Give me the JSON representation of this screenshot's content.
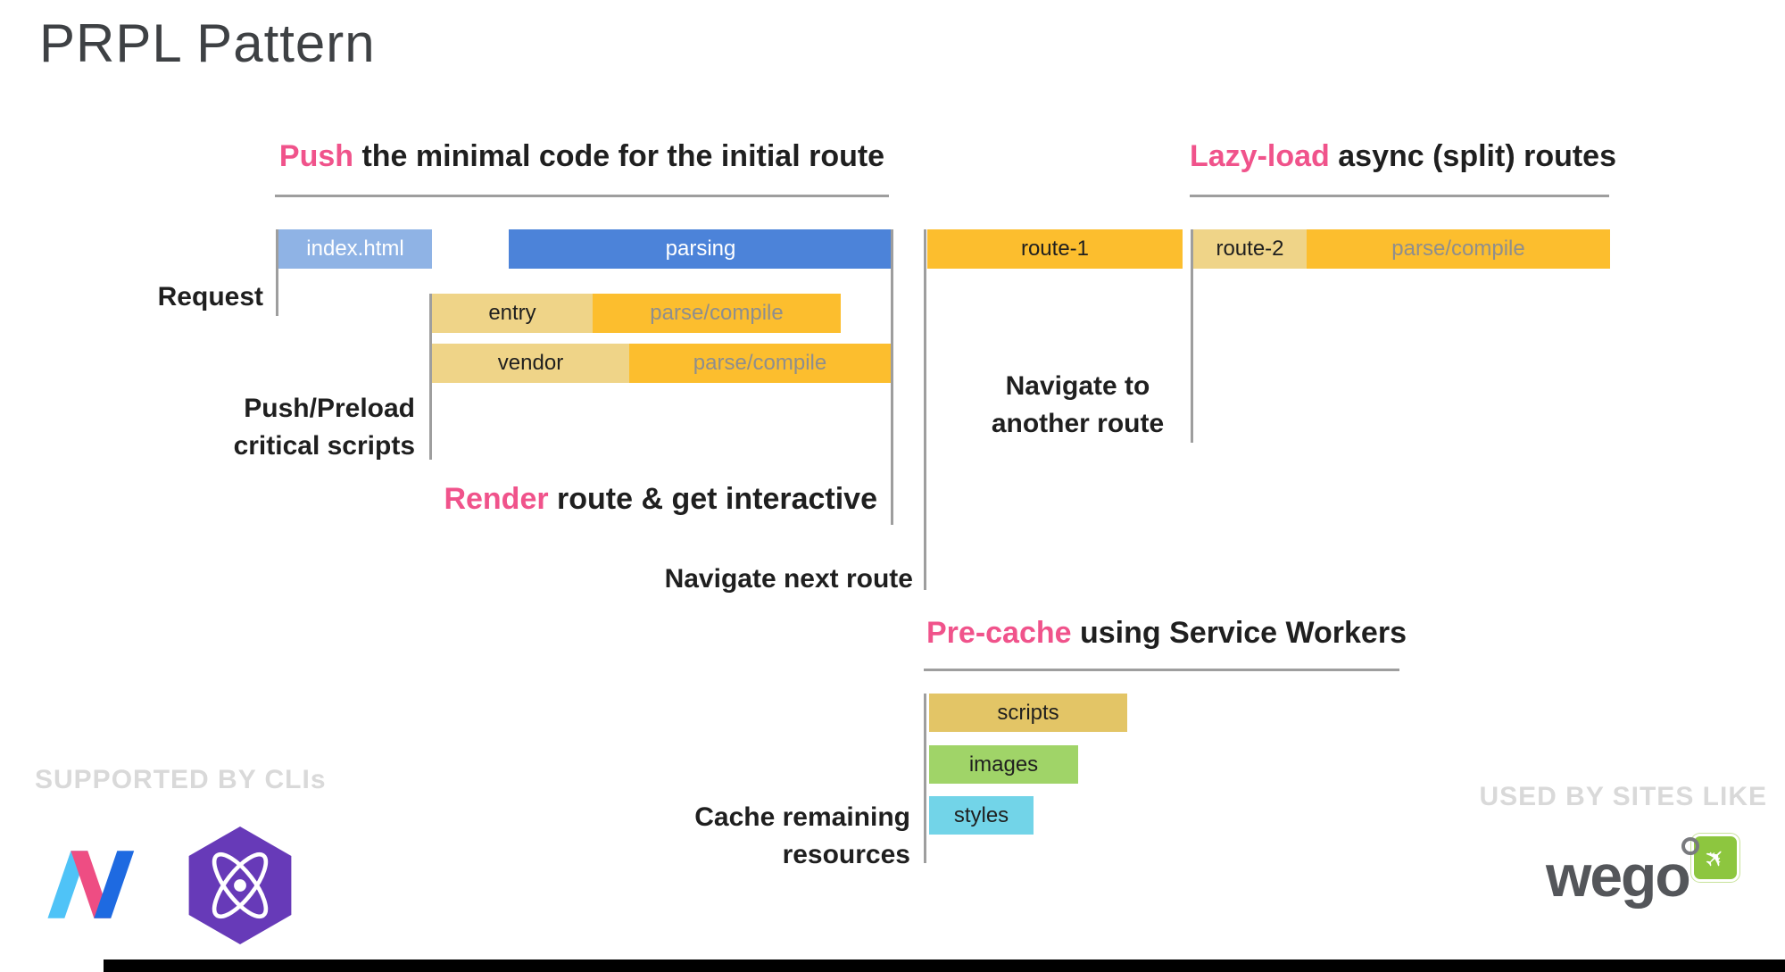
{
  "title": "PRPL Pattern",
  "headings": {
    "push": {
      "highlight": "Push",
      "rest": " the minimal code for the initial route"
    },
    "lazy_load": {
      "highlight": "Lazy-load",
      "rest": " async (split) routes"
    },
    "render": {
      "highlight": "Render",
      "rest": " route & get interactive"
    },
    "pre_cache": {
      "highlight": "Pre-cache",
      "rest": " using Service Workers"
    }
  },
  "labels": {
    "request": "Request",
    "push_preload": {
      "line1": "Push/Preload",
      "line2": "critical scripts"
    },
    "navigate_next": "Navigate next route",
    "navigate_another": {
      "line1": "Navigate to",
      "line2": "another route"
    },
    "cache_remaining": {
      "line1": "Cache remaining",
      "line2": "resources"
    }
  },
  "bars": {
    "index_html": "index.html",
    "parsing": "parsing",
    "route_1": "route-1",
    "route_2": "route-2",
    "parse_compile": "parse/compile",
    "entry": "entry",
    "vendor": "vendor",
    "scripts": "scripts",
    "images": "images",
    "styles": "styles"
  },
  "footer": {
    "supported_by": "SUPPORTED BY CLIs",
    "used_by": "USED BY SITES LIKE",
    "wego_wordmark": "wego"
  },
  "colors": {
    "pink": "#f0538b",
    "blue": "#4c83d9",
    "blue-light": "#8fb3e5",
    "amber": "#fcbe2e",
    "amber-light": "#efd488",
    "khaki": "#e3c566",
    "green": "#a0d468",
    "cyan": "#72d4e8",
    "line-gray": "#9e9e9e",
    "text-dark": "#1f1f1f",
    "text-muted": "#8e8e8e",
    "footer-gray": "#d9d9d9",
    "wego-gray": "#54565a",
    "wego-green": "#8dc63f",
    "preact-purple": "#673ab8",
    "polymer-lightblue": "#4fc3f7",
    "polymer-pink": "#ee4d83",
    "polymer-blue": "#1e6ae1"
  }
}
